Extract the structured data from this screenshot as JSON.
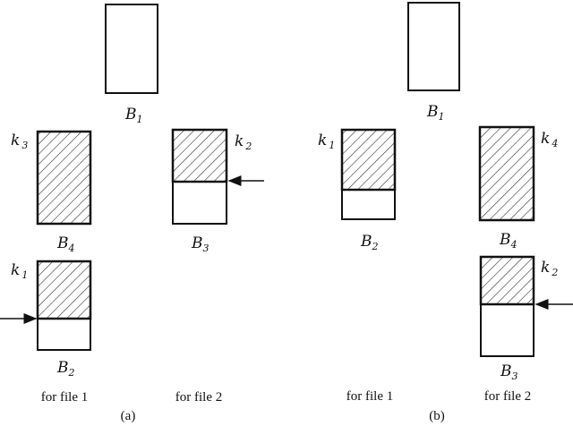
{
  "panel_a": {
    "caption": "(a)",
    "file1_label": "for file 1",
    "file2_label": "for file 2",
    "blocks": {
      "B1": {
        "name": "B",
        "sub": "1"
      },
      "B4": {
        "name": "B",
        "sub": "4",
        "key": "k",
        "key_sub": "3"
      },
      "B3": {
        "name": "B",
        "sub": "3",
        "key": "k",
        "key_sub": "2"
      },
      "B2": {
        "name": "B",
        "sub": "2",
        "key": "k",
        "key_sub": "1"
      }
    }
  },
  "panel_b": {
    "caption": "(b)",
    "file1_label": "for file 1",
    "file2_label": "for file 2",
    "blocks": {
      "B1": {
        "name": "B",
        "sub": "1"
      },
      "B2": {
        "name": "B",
        "sub": "2",
        "key": "k",
        "key_sub": "1"
      },
      "B4": {
        "name": "B",
        "sub": "4",
        "key": "k",
        "key_sub": "4"
      },
      "B3": {
        "name": "B",
        "sub": "3",
        "key": "k",
        "key_sub": "2"
      }
    }
  }
}
